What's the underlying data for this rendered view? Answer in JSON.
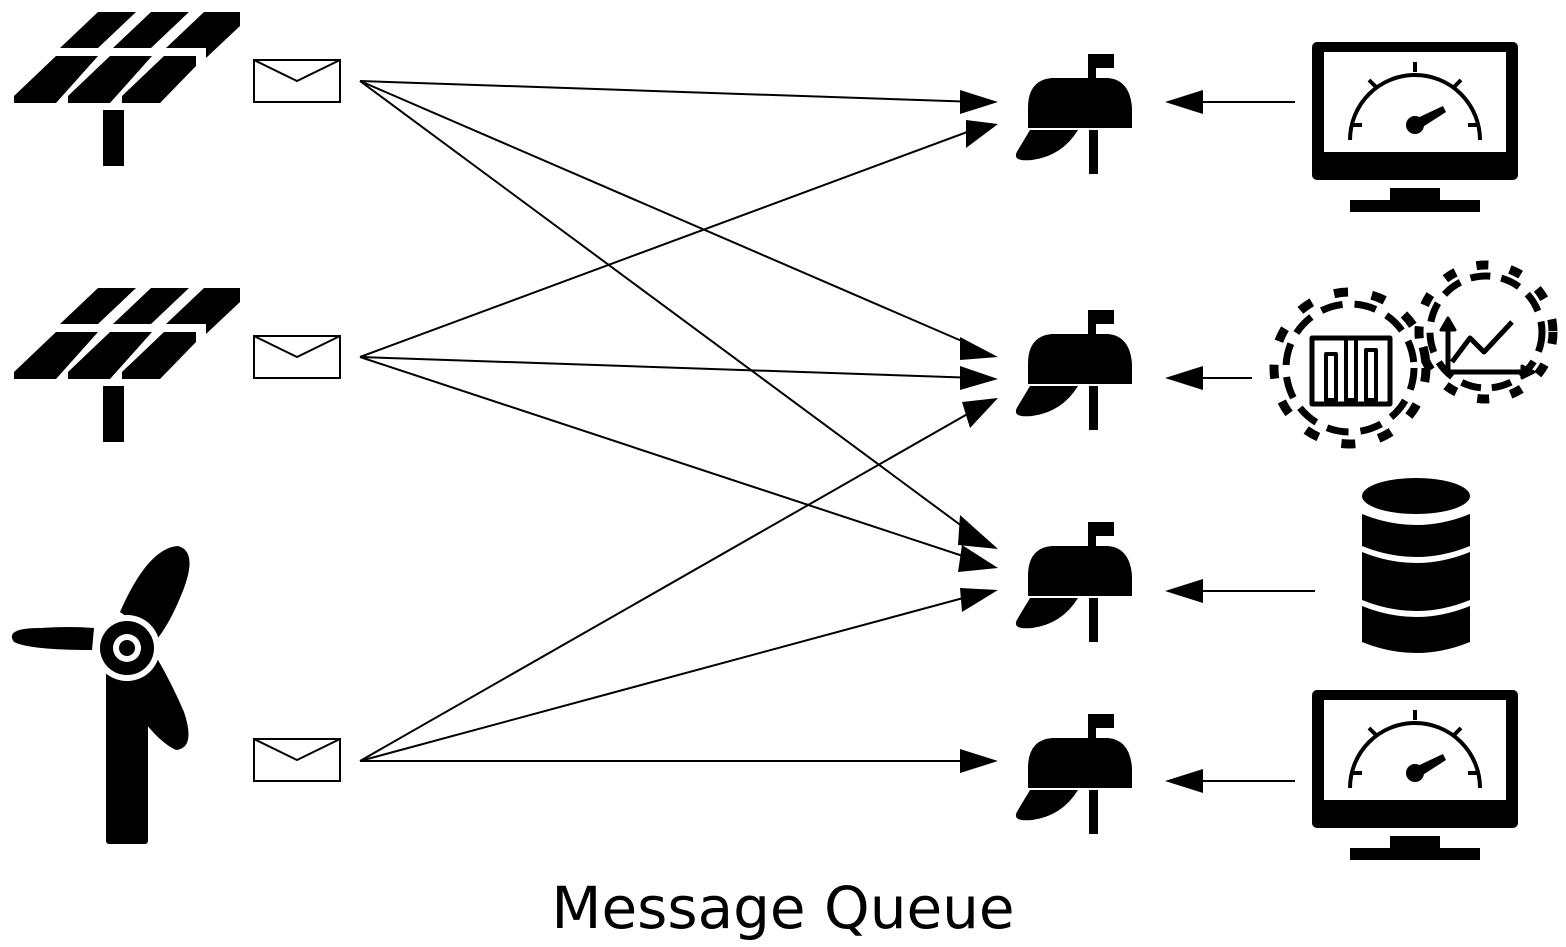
{
  "caption": "Message Queue",
  "colors": {
    "ink": "#000000",
    "paper": "#ffffff"
  },
  "icons": {
    "producers": [
      "solar-panel-icon",
      "solar-panel-icon",
      "wind-turbine-icon"
    ],
    "messages": [
      "envelope-icon",
      "envelope-icon",
      "envelope-icon"
    ],
    "queues": [
      "mailbox-icon",
      "mailbox-icon",
      "mailbox-icon",
      "mailbox-icon"
    ],
    "consumers": [
      "monitor-gauge-icon",
      "gears-analytics-icon",
      "database-icon",
      "monitor-gauge-icon"
    ]
  },
  "connections": [
    {
      "from": "envelope-1",
      "to": "mailbox-1"
    },
    {
      "from": "envelope-1",
      "to": "mailbox-2"
    },
    {
      "from": "envelope-1",
      "to": "mailbox-3"
    },
    {
      "from": "envelope-2",
      "to": "mailbox-1"
    },
    {
      "from": "envelope-2",
      "to": "mailbox-2"
    },
    {
      "from": "envelope-2",
      "to": "mailbox-3"
    },
    {
      "from": "envelope-3",
      "to": "mailbox-2"
    },
    {
      "from": "envelope-3",
      "to": "mailbox-3"
    },
    {
      "from": "envelope-3",
      "to": "mailbox-4"
    },
    {
      "from": "consumer-1",
      "to": "mailbox-1"
    },
    {
      "from": "consumer-2",
      "to": "mailbox-2"
    },
    {
      "from": "consumer-3",
      "to": "mailbox-3"
    },
    {
      "from": "consumer-4",
      "to": "mailbox-4"
    }
  ]
}
